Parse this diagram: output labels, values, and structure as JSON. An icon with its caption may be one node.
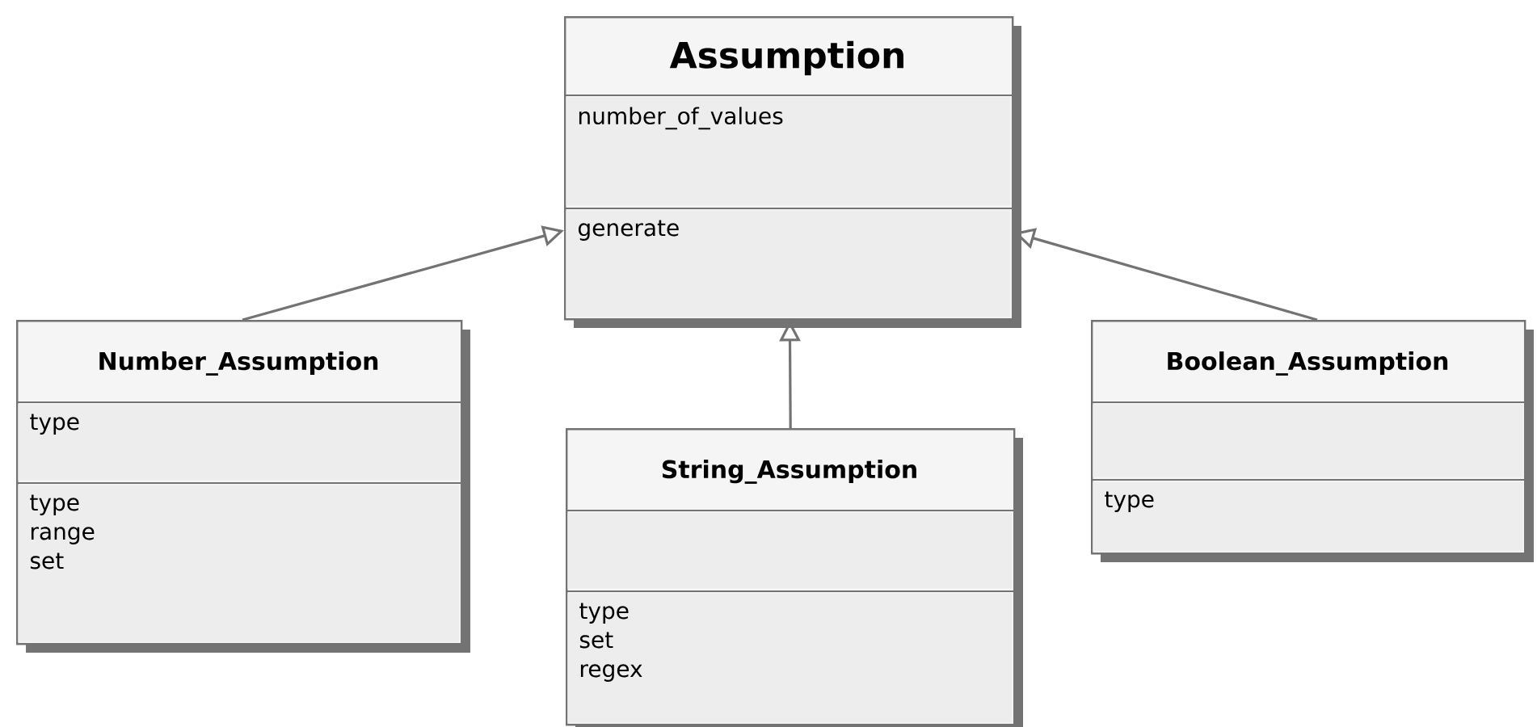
{
  "diagram": {
    "nodes": [
      {
        "text": [
          "Assumption"
        ]
      },
      {
        "text": [
          "number_of_values"
        ],
        "in": 0
      },
      {
        "text": [
          "generate"
        ],
        "in": 0
      },
      {
        "text": [
          "Number_Assumption"
        ]
      },
      {
        "text": [
          "type"
        ],
        "in": 3
      },
      {
        "text": [
          "type",
          "range",
          "set"
        ],
        "in": 3
      },
      {
        "text": [
          "String_Assumption"
        ]
      },
      {
        "text": [],
        "shape": "box",
        "in": 6
      },
      {
        "text": [
          "type",
          "set",
          "regex"
        ],
        "in": 6
      },
      {
        "text": [
          "Boolean_Assumption"
        ]
      },
      {
        "text": [],
        "shape": "box",
        "in": 9
      },
      {
        "text": [
          "type"
        ],
        "in": 9
      }
    ],
    "edges": [
      {
        "from": 3,
        "to": 0,
        "arrow": "to"
      },
      {
        "from": 6,
        "to": 0,
        "arrow": "to"
      },
      {
        "from": 9,
        "to": 0,
        "arrow": "to"
      }
    ]
  }
}
